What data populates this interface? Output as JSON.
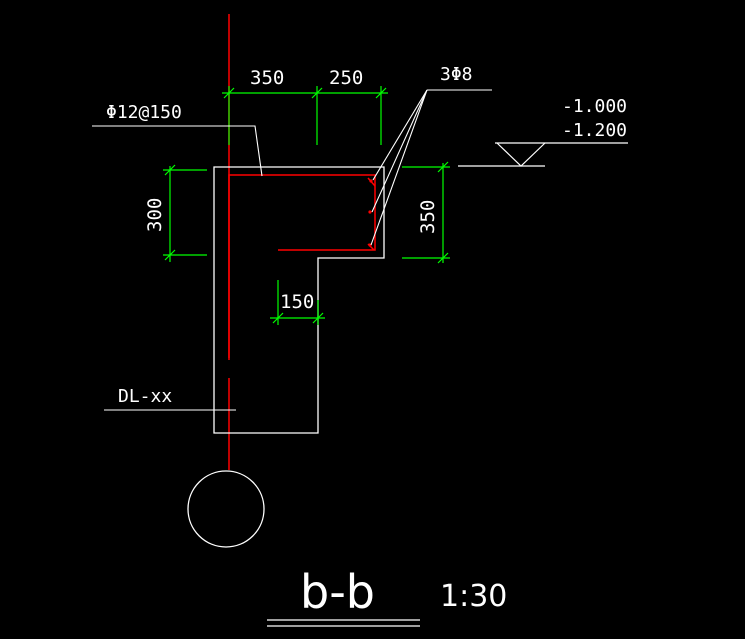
{
  "colors": {
    "background": "#000000",
    "outline": "#ffffff",
    "dimension": "#00ff00",
    "rebar": "#ff0000",
    "text": "#ffffff"
  },
  "dimensions": {
    "top_left": "350",
    "top_right": "250",
    "left_height": "300",
    "right_height": "350",
    "bottom_width": "150"
  },
  "labels": {
    "stirrup": "Φ12@150",
    "longitudinal_bars": "3Φ8",
    "beam_tag": "DL-xx"
  },
  "elevations": {
    "upper": "-1.000",
    "lower": "-1.200"
  },
  "title": {
    "section": "b-b",
    "scale": "1:30"
  }
}
